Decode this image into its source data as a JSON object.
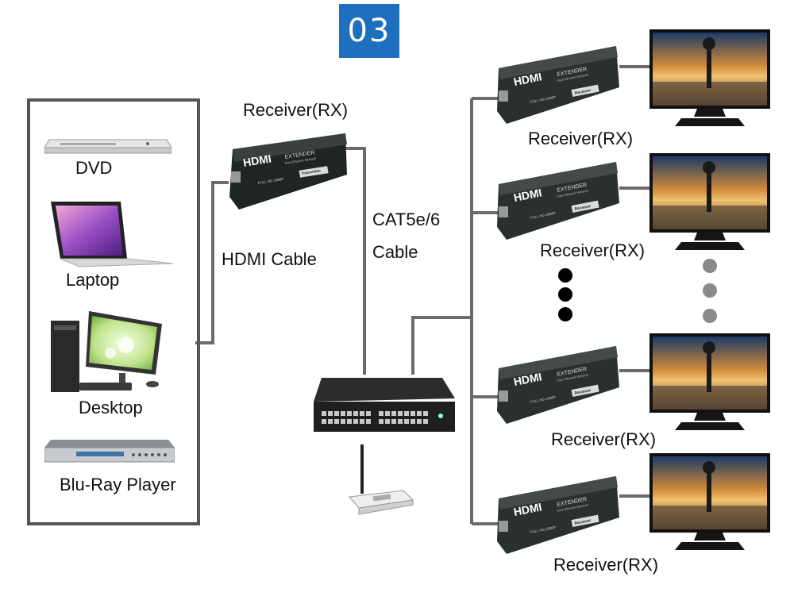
{
  "badge": "03",
  "sources": {
    "dvd": "DVD",
    "laptop": "Laptop",
    "desktop": "Desktop",
    "bluray": "Blu-Ray Player"
  },
  "labels": {
    "top_receiver": "Receiver(RX)",
    "hdmi_cable": "HDMI Cable",
    "cat_line1": "CAT5e/6",
    "cat_line2": "Cable",
    "rx1": "Receiver(RX)",
    "rx2": "Receiver(RX)",
    "rx3": "Receiver(RX)",
    "rx4": "Receiver(RX)"
  },
  "extender": {
    "logo": "HDMI",
    "line1": "EXTENDER",
    "line2": "Fast Ethernet Network",
    "model": "FULL HD 1080P",
    "tx_tag": "Transmitter",
    "rx_tag": "Receiver"
  },
  "colors": {
    "badge": "#1f6fbf",
    "box": "#2f3333",
    "wire": "#6b6b6b"
  }
}
